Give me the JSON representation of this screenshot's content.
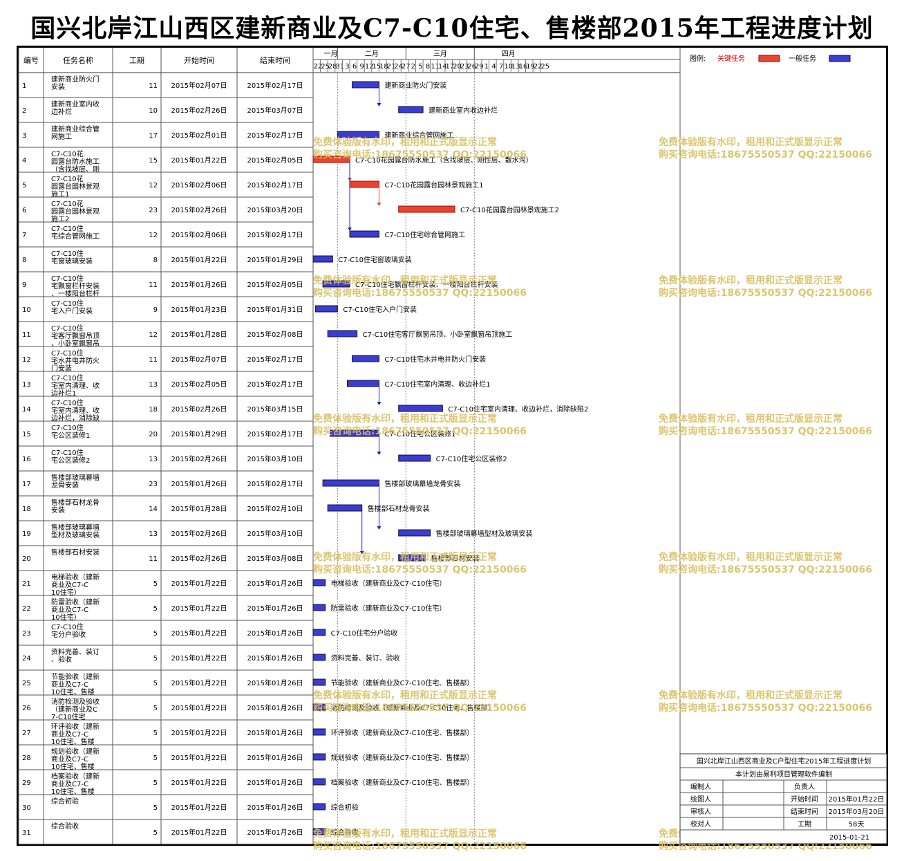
{
  "title": "国兴北岸江山西区建新商业及C7-C10住宅、售楼部2015年工程进度计划",
  "headers": {
    "id": "编号",
    "name": "任务名称",
    "duration": "工期",
    "start": "开始时间",
    "end": "结束时间"
  },
  "months": [
    "一月",
    "二月",
    "三月",
    "四月"
  ],
  "day_ticks": [
    "22",
    "25",
    "28",
    "31",
    "3",
    "6",
    "9",
    "12",
    "15",
    "18",
    "21",
    "24",
    "27",
    "2",
    "5",
    "8",
    "11",
    "14",
    "17",
    "20",
    "23",
    "26",
    "29",
    "1",
    "4",
    "7",
    "10",
    "13",
    "16",
    "19",
    "22",
    "25"
  ],
  "legend": {
    "label": "图例:",
    "critical": "关键任务",
    "normal": "一般任务"
  },
  "colors": {
    "critical": "#e8452e",
    "normal": "#3b3bd6",
    "critical_text": "#e00000"
  },
  "watermark": {
    "line1": "免费体验版有水印，租用和正式版显示正常",
    "line2": "购买咨询电话:18675550537 QQ:22150066"
  },
  "chart_data": {
    "type": "gantt",
    "tasks": [
      {
        "id": "1",
        "name": "建新商业防火门安装",
        "duration": 11,
        "start": "2015年02月07日",
        "end": "2015年02月17日",
        "critical": false,
        "s": 16,
        "d": 11
      },
      {
        "id": "2",
        "name": "建新商业室内收边补烂",
        "duration": 10,
        "start": "2015年02月26日",
        "end": "2015年03月07日",
        "critical": false,
        "s": 35,
        "d": 10
      },
      {
        "id": "3",
        "name": "建新商业综合管网施工",
        "duration": 17,
        "start": "2015年02月01日",
        "end": "2015年02月17日",
        "critical": false,
        "s": 10,
        "d": 17
      },
      {
        "id": "4",
        "name": "C7-C10花园露台防水施工（含找坡层、刚性层、散水沟）",
        "duration": 15,
        "start": "2015年01月22日",
        "end": "2015年02月05日",
        "critical": true,
        "s": 0,
        "d": 15
      },
      {
        "id": "5",
        "name": "C7-C10花园露台园林景观施工1",
        "duration": 12,
        "start": "2015年02月06日",
        "end": "2015年02月17日",
        "critical": true,
        "s": 15,
        "d": 12
      },
      {
        "id": "6",
        "name": "C7-C10花园露台园林景观施工2",
        "duration": 23,
        "start": "2015年02月26日",
        "end": "2015年03月20日",
        "critical": true,
        "s": 35,
        "d": 23
      },
      {
        "id": "7",
        "name": "C7-C10住宅综合管网施工",
        "duration": 12,
        "start": "2015年02月06日",
        "end": "2015年02月17日",
        "critical": false,
        "s": 15,
        "d": 12
      },
      {
        "id": "8",
        "name": "C7-C10住宅窗玻璃安装",
        "duration": 8,
        "start": "2015年01月22日",
        "end": "2015年01月29日",
        "critical": false,
        "s": 0,
        "d": 8
      },
      {
        "id": "9",
        "name": "C7-C10住宅飘窗栏杆安装、一楼阳台栏杆安装",
        "duration": 11,
        "start": "2015年01月26日",
        "end": "2015年02月05日",
        "critical": false,
        "s": 4,
        "d": 11
      },
      {
        "id": "10",
        "name": "C7-C10住宅入户门安装",
        "duration": 9,
        "start": "2015年01月23日",
        "end": "2015年01月31日",
        "critical": false,
        "s": 1,
        "d": 9
      },
      {
        "id": "11",
        "name": "C7-C10住宅客厅飘窗吊顶、小卧室飘窗吊顶施工",
        "duration": 12,
        "start": "2015年01月28日",
        "end": "2015年02月08日",
        "critical": false,
        "s": 6,
        "d": 12
      },
      {
        "id": "12",
        "name": "C7-C10住宅水井电井防火门安装",
        "duration": 11,
        "start": "2015年02月07日",
        "end": "2015年02月17日",
        "critical": false,
        "s": 16,
        "d": 11
      },
      {
        "id": "13",
        "name": "C7-C10住宅室内清理、收边补烂1",
        "duration": 13,
        "start": "2015年02月05日",
        "end": "2015年02月17日",
        "critical": false,
        "s": 14,
        "d": 13
      },
      {
        "id": "14",
        "name": "C7-C10住宅室内清理、收边补烂，消除缺陷2",
        "duration": 18,
        "start": "2015年02月26日",
        "end": "2015年03月15日",
        "critical": false,
        "s": 35,
        "d": 18
      },
      {
        "id": "15",
        "name": "C7-C10住宅公区装修1",
        "duration": 20,
        "start": "2015年01月29日",
        "end": "2015年02月17日",
        "critical": false,
        "s": 7,
        "d": 20
      },
      {
        "id": "16",
        "name": "C7-C10住宅公区装修2",
        "duration": 13,
        "start": "2015年02月26日",
        "end": "2015年03月10日",
        "critical": false,
        "s": 35,
        "d": 13
      },
      {
        "id": "17",
        "name": "售楼部玻璃幕墙龙骨安装",
        "duration": 23,
        "start": "2015年01月26日",
        "end": "2015年02月17日",
        "critical": false,
        "s": 4,
        "d": 23
      },
      {
        "id": "18",
        "name": "售楼部石材龙骨安装",
        "duration": 14,
        "start": "2015年01月28日",
        "end": "2015年02月10日",
        "critical": false,
        "s": 6,
        "d": 14
      },
      {
        "id": "19",
        "name": "售楼部玻璃幕墙型材及玻璃安装",
        "duration": 13,
        "start": "2015年02月26日",
        "end": "2015年03月10日",
        "critical": false,
        "s": 35,
        "d": 13
      },
      {
        "id": "20",
        "name": "售楼部石材安装",
        "duration": 11,
        "start": "2015年02月26日",
        "end": "2015年03月08日",
        "critical": false,
        "s": 35,
        "d": 11
      },
      {
        "id": "21",
        "name": "电梯验收（建新商业及C7-C10住宅）",
        "duration": 5,
        "start": "2015年01月22日",
        "end": "2015年01月26日",
        "critical": false,
        "s": 0,
        "d": 5
      },
      {
        "id": "22",
        "name": "防雷验收（建新商业及C7-C10住宅）",
        "duration": 5,
        "start": "2015年01月22日",
        "end": "2015年01月26日",
        "critical": false,
        "s": 0,
        "d": 5
      },
      {
        "id": "23",
        "name": "C7-C10住宅分户验收",
        "duration": 5,
        "start": "2015年01月22日",
        "end": "2015年01月26日",
        "critical": false,
        "s": 0,
        "d": 5
      },
      {
        "id": "24",
        "name": "资料完善、装订、验收",
        "duration": 5,
        "start": "2015年01月22日",
        "end": "2015年01月26日",
        "critical": false,
        "s": 0,
        "d": 5
      },
      {
        "id": "25",
        "name": "节能验收（建新商业及C7-C10住宅、售楼部）",
        "duration": 5,
        "start": "2015年01月22日",
        "end": "2015年01月26日",
        "critical": false,
        "s": 0,
        "d": 5
      },
      {
        "id": "26",
        "name": "消防检测及验收（建新商业及C7-C10住宅、售楼部）",
        "duration": 5,
        "start": "2015年01月22日",
        "end": "2015年01月26日",
        "critical": false,
        "s": 0,
        "d": 5
      },
      {
        "id": "27",
        "name": "环评验收（建新商业及C7-C10住宅、售楼部）",
        "duration": 5,
        "start": "2015年01月22日",
        "end": "2015年01月26日",
        "critical": false,
        "s": 0,
        "d": 5
      },
      {
        "id": "28",
        "name": "规划验收（建新商业及C7-C10住宅、售楼部）",
        "duration": 5,
        "start": "2015年01月22日",
        "end": "2015年01月26日",
        "critical": false,
        "s": 0,
        "d": 5
      },
      {
        "id": "29",
        "name": "档案验收（建新商业及C7-C10住宅、售楼部）",
        "duration": 5,
        "start": "2015年01月22日",
        "end": "2015年01月26日",
        "critical": false,
        "s": 0,
        "d": 5
      },
      {
        "id": "30",
        "name": "综合初验",
        "duration": 5,
        "start": "2015年01月22日",
        "end": "2015年01月26日",
        "critical": false,
        "s": 0,
        "d": 5
      },
      {
        "id": "31",
        "name": "综合验收",
        "duration": 5,
        "start": "2015年01月22日",
        "end": "2015年01月26日",
        "critical": false,
        "s": 0,
        "d": 5
      }
    ],
    "links": [
      [
        1,
        2
      ],
      [
        4,
        5
      ],
      [
        4,
        7
      ],
      [
        5,
        6
      ],
      [
        13,
        14
      ],
      [
        15,
        16
      ],
      [
        17,
        19
      ],
      [
        18,
        20
      ]
    ]
  },
  "info": {
    "title": "国兴北岸江山西区商业及C户型住宅2015年工程进度计划",
    "subtitle": "本计划由易利项目管理软件编制",
    "rows": [
      {
        "l1": "编制人",
        "v1": "",
        "l2": "负责人",
        "v2": ""
      },
      {
        "l1": "绘图人",
        "v1": "",
        "l2": "开始时间",
        "v2": "2015年01月22日"
      },
      {
        "l1": "审核人",
        "v1": "",
        "l2": "结束时间",
        "v2": "2015年03月20日"
      },
      {
        "l1": "校对人",
        "v1": "",
        "l2": "工期",
        "v2": "58天"
      }
    ],
    "date": "2015-01-21"
  }
}
